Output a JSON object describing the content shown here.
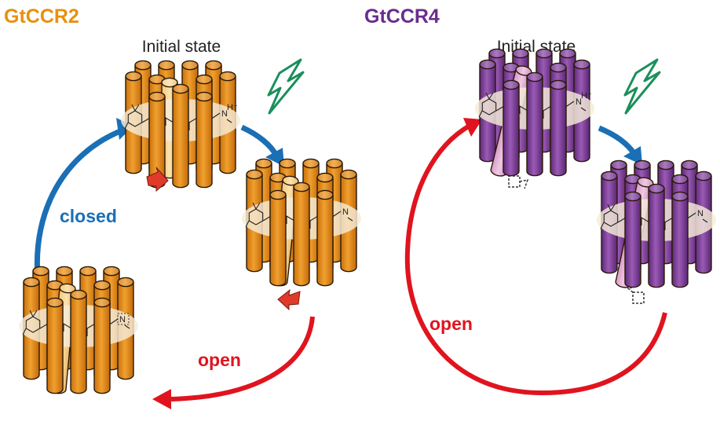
{
  "panels": {
    "gtccr2": {
      "title": "GtCCR2",
      "title_color": "#e8900e",
      "initial_label": "Initial state",
      "transition_labels": {
        "closed": "closed",
        "open": "open"
      },
      "n_plus_label": "N",
      "h_plus_label": "H⁺",
      "n_label": "N",
      "n_dashed_label": "N",
      "color": "#e0880f"
    },
    "gtccr4": {
      "title": "GtCCR4",
      "title_color": "#6a2c8e",
      "initial_label": "Initial state",
      "transition_labels": {
        "open": "open"
      },
      "n_plus_label": "N",
      "h_plus_label": "H⁺",
      "n_label": "N",
      "color": "#7d3f98"
    }
  },
  "colors": {
    "closed_arrow": "#1a6fb5",
    "open_arrow": "#e0141e",
    "step_arrow": "#1a6fb5",
    "light_bolt": "#1a8f5a",
    "motion_arrow": "#e03a2a",
    "retinal_halo": "#f5ecd8"
  },
  "icons": {
    "light": "lightning-bolt-icon",
    "motion": "motion-arrow-icon",
    "motion_dashed": "dashed-square-arrow-icon"
  }
}
